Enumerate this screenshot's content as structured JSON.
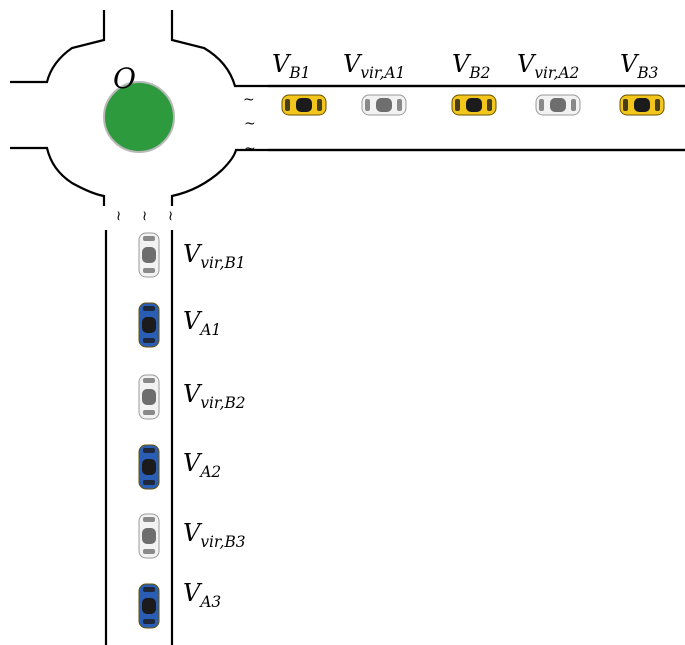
{
  "center": {
    "label": "O",
    "color": "#2e9a3e"
  },
  "colors": {
    "yellow": "#f2c61a",
    "white": "#f2f2f2",
    "blue": "#2a5db4",
    "road": "#000000"
  },
  "horizontal_lane": [
    {
      "name": "B1",
      "main": "V",
      "sub": "B1",
      "type": "yellow"
    },
    {
      "name": "vir-A1",
      "main": "V",
      "sub": "vir,A1",
      "type": "white"
    },
    {
      "name": "B2",
      "main": "V",
      "sub": "B2",
      "type": "yellow"
    },
    {
      "name": "vir-A2",
      "main": "V",
      "sub": "vir,A2",
      "type": "white"
    },
    {
      "name": "B3",
      "main": "V",
      "sub": "B3",
      "type": "yellow"
    }
  ],
  "vertical_lane": [
    {
      "name": "vir-B1",
      "main": "V",
      "sub": "vir,B1",
      "type": "white"
    },
    {
      "name": "A1",
      "main": "V",
      "sub": "A1",
      "type": "blue"
    },
    {
      "name": "vir-B2",
      "main": "V",
      "sub": "vir,B2",
      "type": "white"
    },
    {
      "name": "A2",
      "main": "V",
      "sub": "A2",
      "type": "blue"
    },
    {
      "name": "vir-B3",
      "main": "V",
      "sub": "vir,B3",
      "type": "white"
    },
    {
      "name": "A3",
      "main": "V",
      "sub": "A3",
      "type": "blue"
    }
  ],
  "break_symbol": "~"
}
